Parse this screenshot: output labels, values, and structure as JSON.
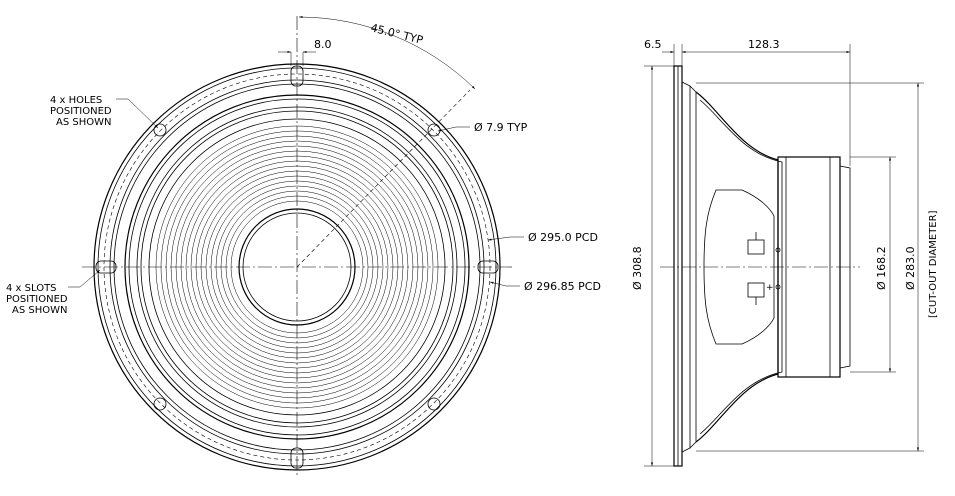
{
  "front_view": {
    "angle_label": "45.0° TYP",
    "slot_width_label": "8.0",
    "holes_note": [
      "4 x HOLES",
      "POSITIONED",
      "AS SHOWN"
    ],
    "slots_note": [
      "4 x SLOTS",
      "POSITIONED",
      "AS SHOWN"
    ],
    "hole_dia_label": "Ø 7.9 TYP",
    "pcd_label_1": "Ø 295.0 PCD",
    "pcd_label_2": "Ø 296.85 PCD"
  },
  "side_view": {
    "flange_thickness_label": "6.5",
    "depth_label": "128.3",
    "outer_dia_label": "Ø 308.8",
    "magnet_dia_label": "Ø 168.2",
    "cutout_dia_label": "Ø 283.0",
    "cutout_note": "[CUT-OUT DIAMETER]"
  }
}
